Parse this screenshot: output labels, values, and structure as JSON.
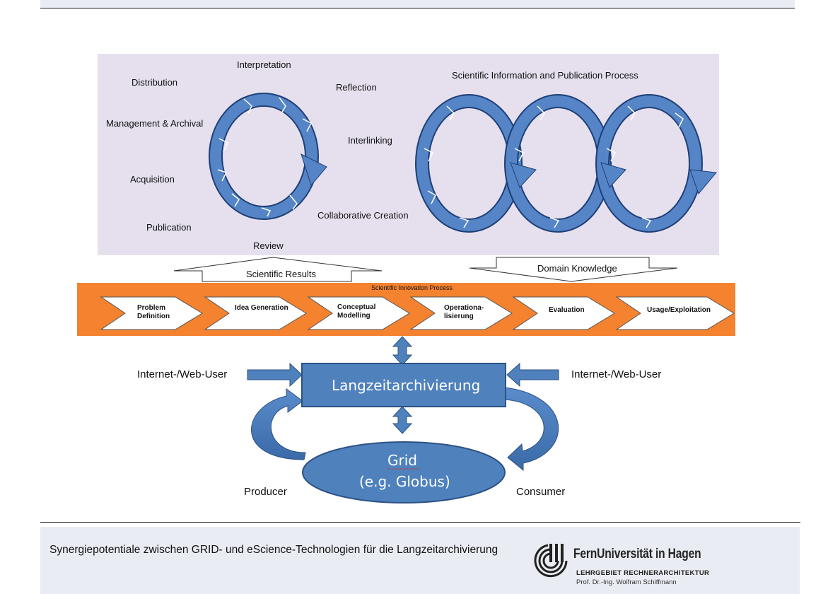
{
  "cycle_labels": {
    "interpretation": "Interpretation",
    "distribution": "Distribution",
    "reflection": "Reflection",
    "management": "Management & Archival",
    "interlinking": "Interlinking",
    "acquisition": "Acquisition",
    "collaborative": "Collaborative Creation",
    "publication": "Publication",
    "review": "Review"
  },
  "sip_title": "Scientific Information and Publication Process",
  "arrows": {
    "scientific_results": "Scientific Results",
    "domain_knowledge": "Domain Knowledge"
  },
  "innovation": {
    "title": "Scientific Innovation Process",
    "steps": [
      {
        "line1": "Problem",
        "line2": "Definition"
      },
      {
        "line1": "Idea Generation",
        "line2": ""
      },
      {
        "line1": "Conceptual",
        "line2": "Modelling"
      },
      {
        "line1": "Operationa-",
        "line2": "lisierung"
      },
      {
        "line1": "Evaluation",
        "line2": ""
      },
      {
        "line1": "Usage/Exploitation",
        "line2": ""
      }
    ]
  },
  "archive": {
    "box": "Langzeitarchivierung",
    "user_left": "Internet-/Web-User",
    "user_right": "Internet-/Web-User",
    "grid_line1": "Grid",
    "grid_line2": "(e.g. Globus)",
    "producer": "Producer",
    "consumer": "Consumer"
  },
  "footer": {
    "title": "Synergiepotentiale zwischen GRID- und eScience-Technologien für die Langzeitarchivierung",
    "university": "FernUniversität in Hagen",
    "department": "LEHRGEBIET RECHNERARCHITEKTUR",
    "professor": "Prof. Dr.-Ing. Wolfram Schiffmann"
  },
  "colors": {
    "cycle_blue": "#4f7fc0",
    "panel": "#e6e0ee",
    "orange": "#f4822f",
    "box_blue": "#4f81bd"
  }
}
